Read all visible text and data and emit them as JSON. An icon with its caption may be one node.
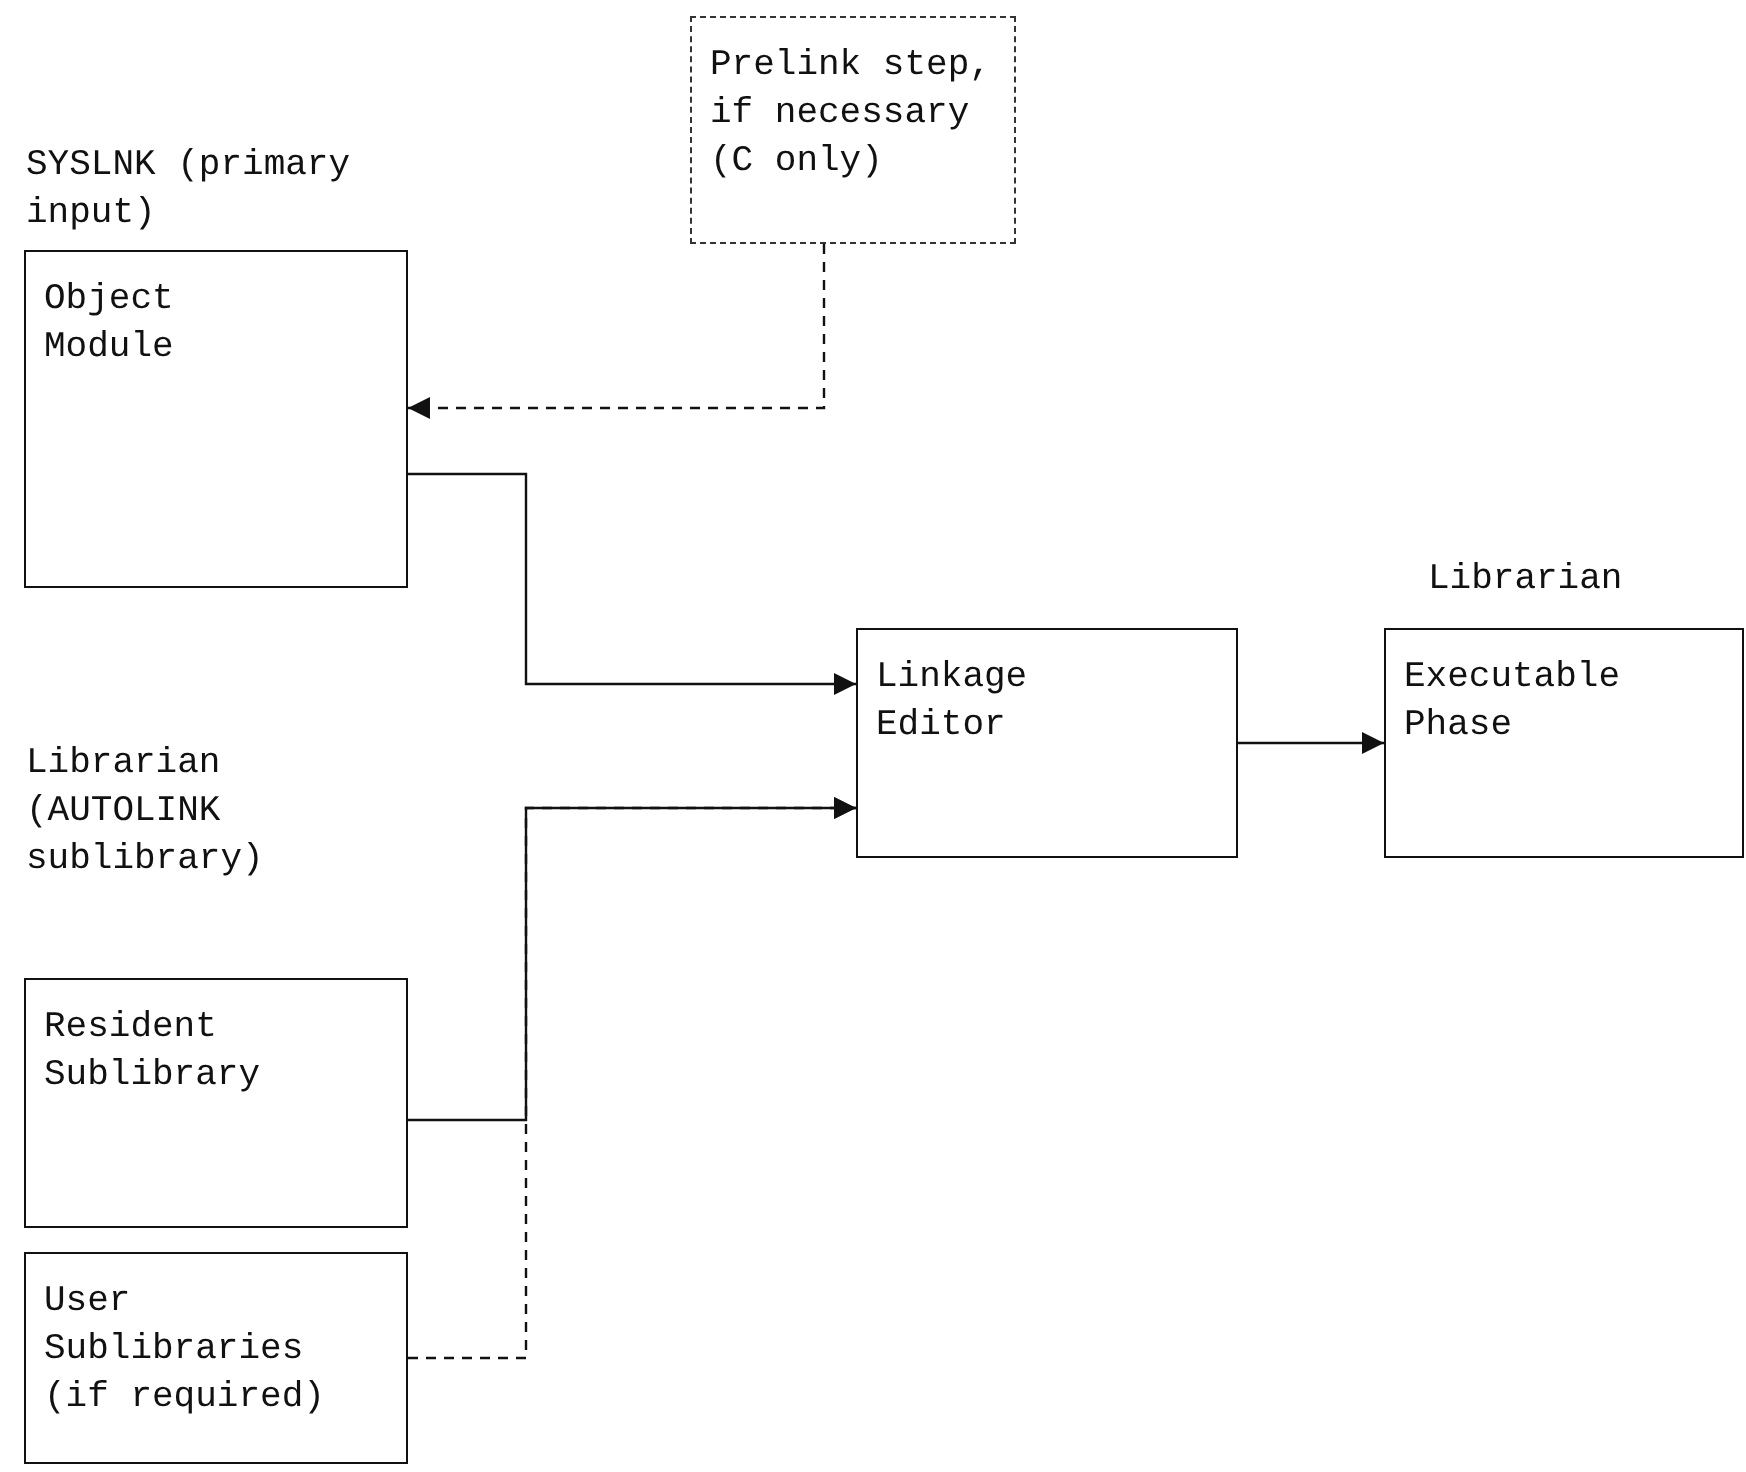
{
  "diagram": {
    "nodes": [
      {
        "text": [
          "Prelink step, if necessary (C only)"
        ]
      },
      {
        "text": [
          "Object Module"
        ],
        "beside": [
          "SYSLNK (primary input)"
        ]
      },
      {
        "text": [
          "Linkage Editor"
        ]
      },
      {
        "text": [
          "Executable Phase"
        ],
        "beside": [
          "Librarian"
        ]
      },
      {
        "text": [
          "Resident Sublibrary"
        ],
        "beside": [
          "Librarian (AUTOLINK sublibrary)"
        ]
      },
      {
        "text": [
          "User Sublibraries (if required)"
        ]
      }
    ],
    "edges": [
      {
        "from": 0,
        "to": 1,
        "arrow": "to",
        "style": "dashed"
      },
      {
        "from": 1,
        "to": 2,
        "arrow": "to"
      },
      {
        "from": 5,
        "to": 2,
        "arrow": "to",
        "style": "dashed"
      },
      {
        "from": 4,
        "to": 2,
        "arrow": "to"
      },
      {
        "from": 2,
        "to": 3,
        "arrow": "to"
      }
    ]
  }
}
